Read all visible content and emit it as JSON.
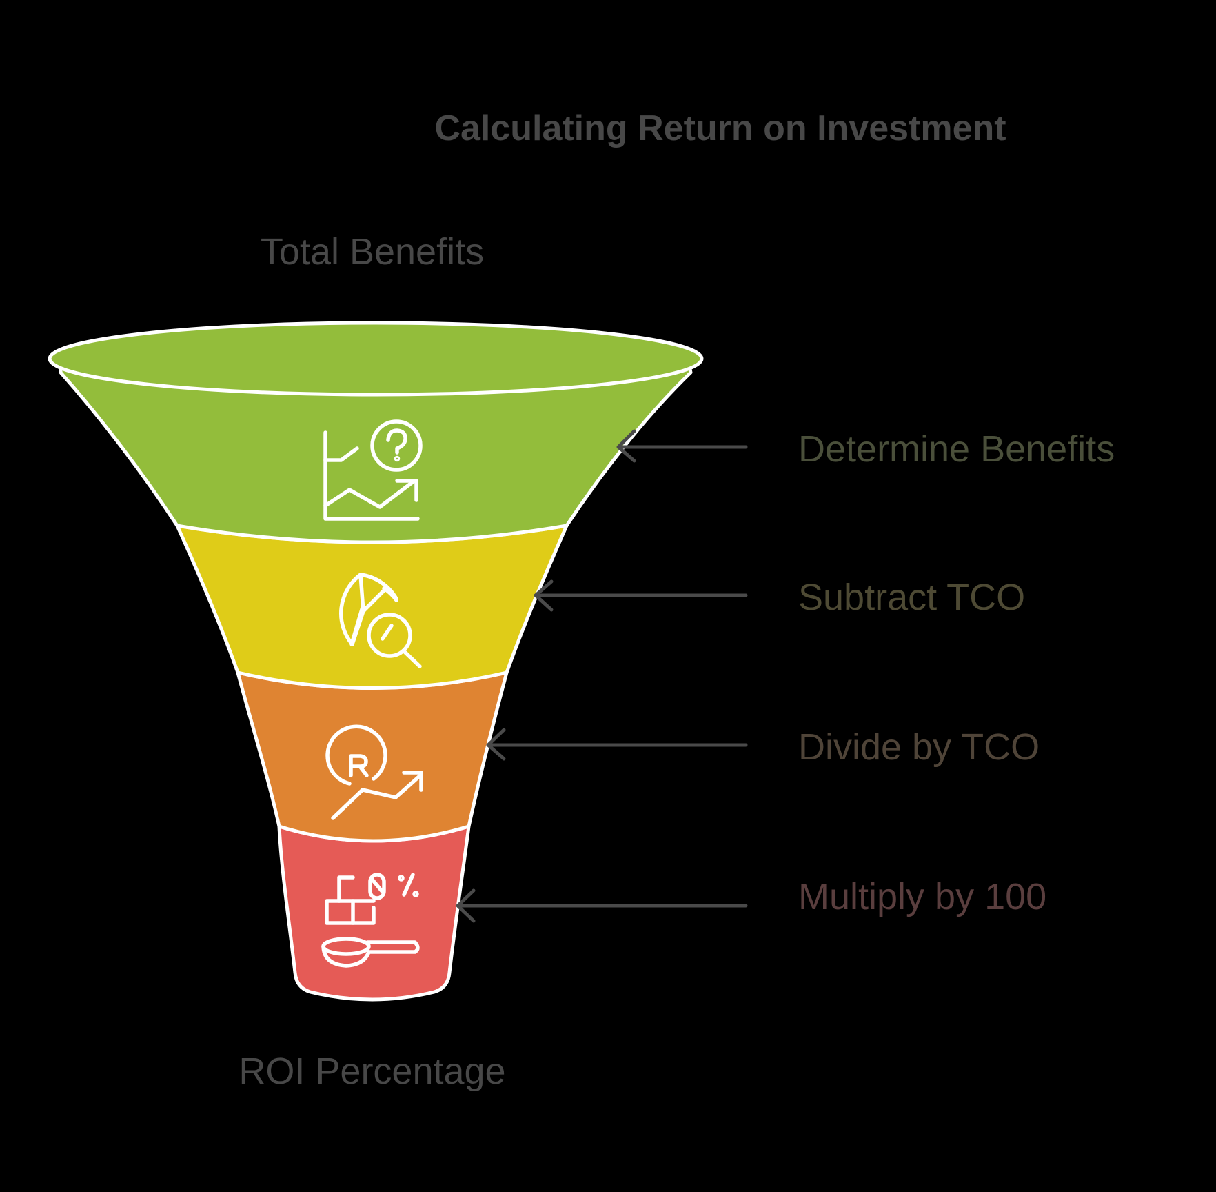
{
  "title": "Calculating Return on Investment",
  "funnel": {
    "top_label": "Total Benefits",
    "bottom_label": "ROI Percentage",
    "stages": [
      {
        "label": "Determine Benefits",
        "color": "#93bd3b",
        "label_color": "#4a4f3a",
        "icon": "chart-question-icon"
      },
      {
        "label": "Subtract TCO",
        "color": "#dfcc18",
        "label_color": "#4e4a34",
        "icon": "pie-chart-search-icon"
      },
      {
        "label": "Divide by TCO",
        "color": "#df8432",
        "label_color": "#4f4438",
        "icon": "return-growth-icon"
      },
      {
        "label": "Multiply by 100",
        "color": "#e55b56",
        "label_color": "#5a3e3e",
        "icon": "percentage-measure-icon"
      }
    ]
  },
  "colors": {
    "background": "#000000",
    "text": "#484848",
    "arrow": "#4a4a4a",
    "outline": "#ffffff"
  }
}
